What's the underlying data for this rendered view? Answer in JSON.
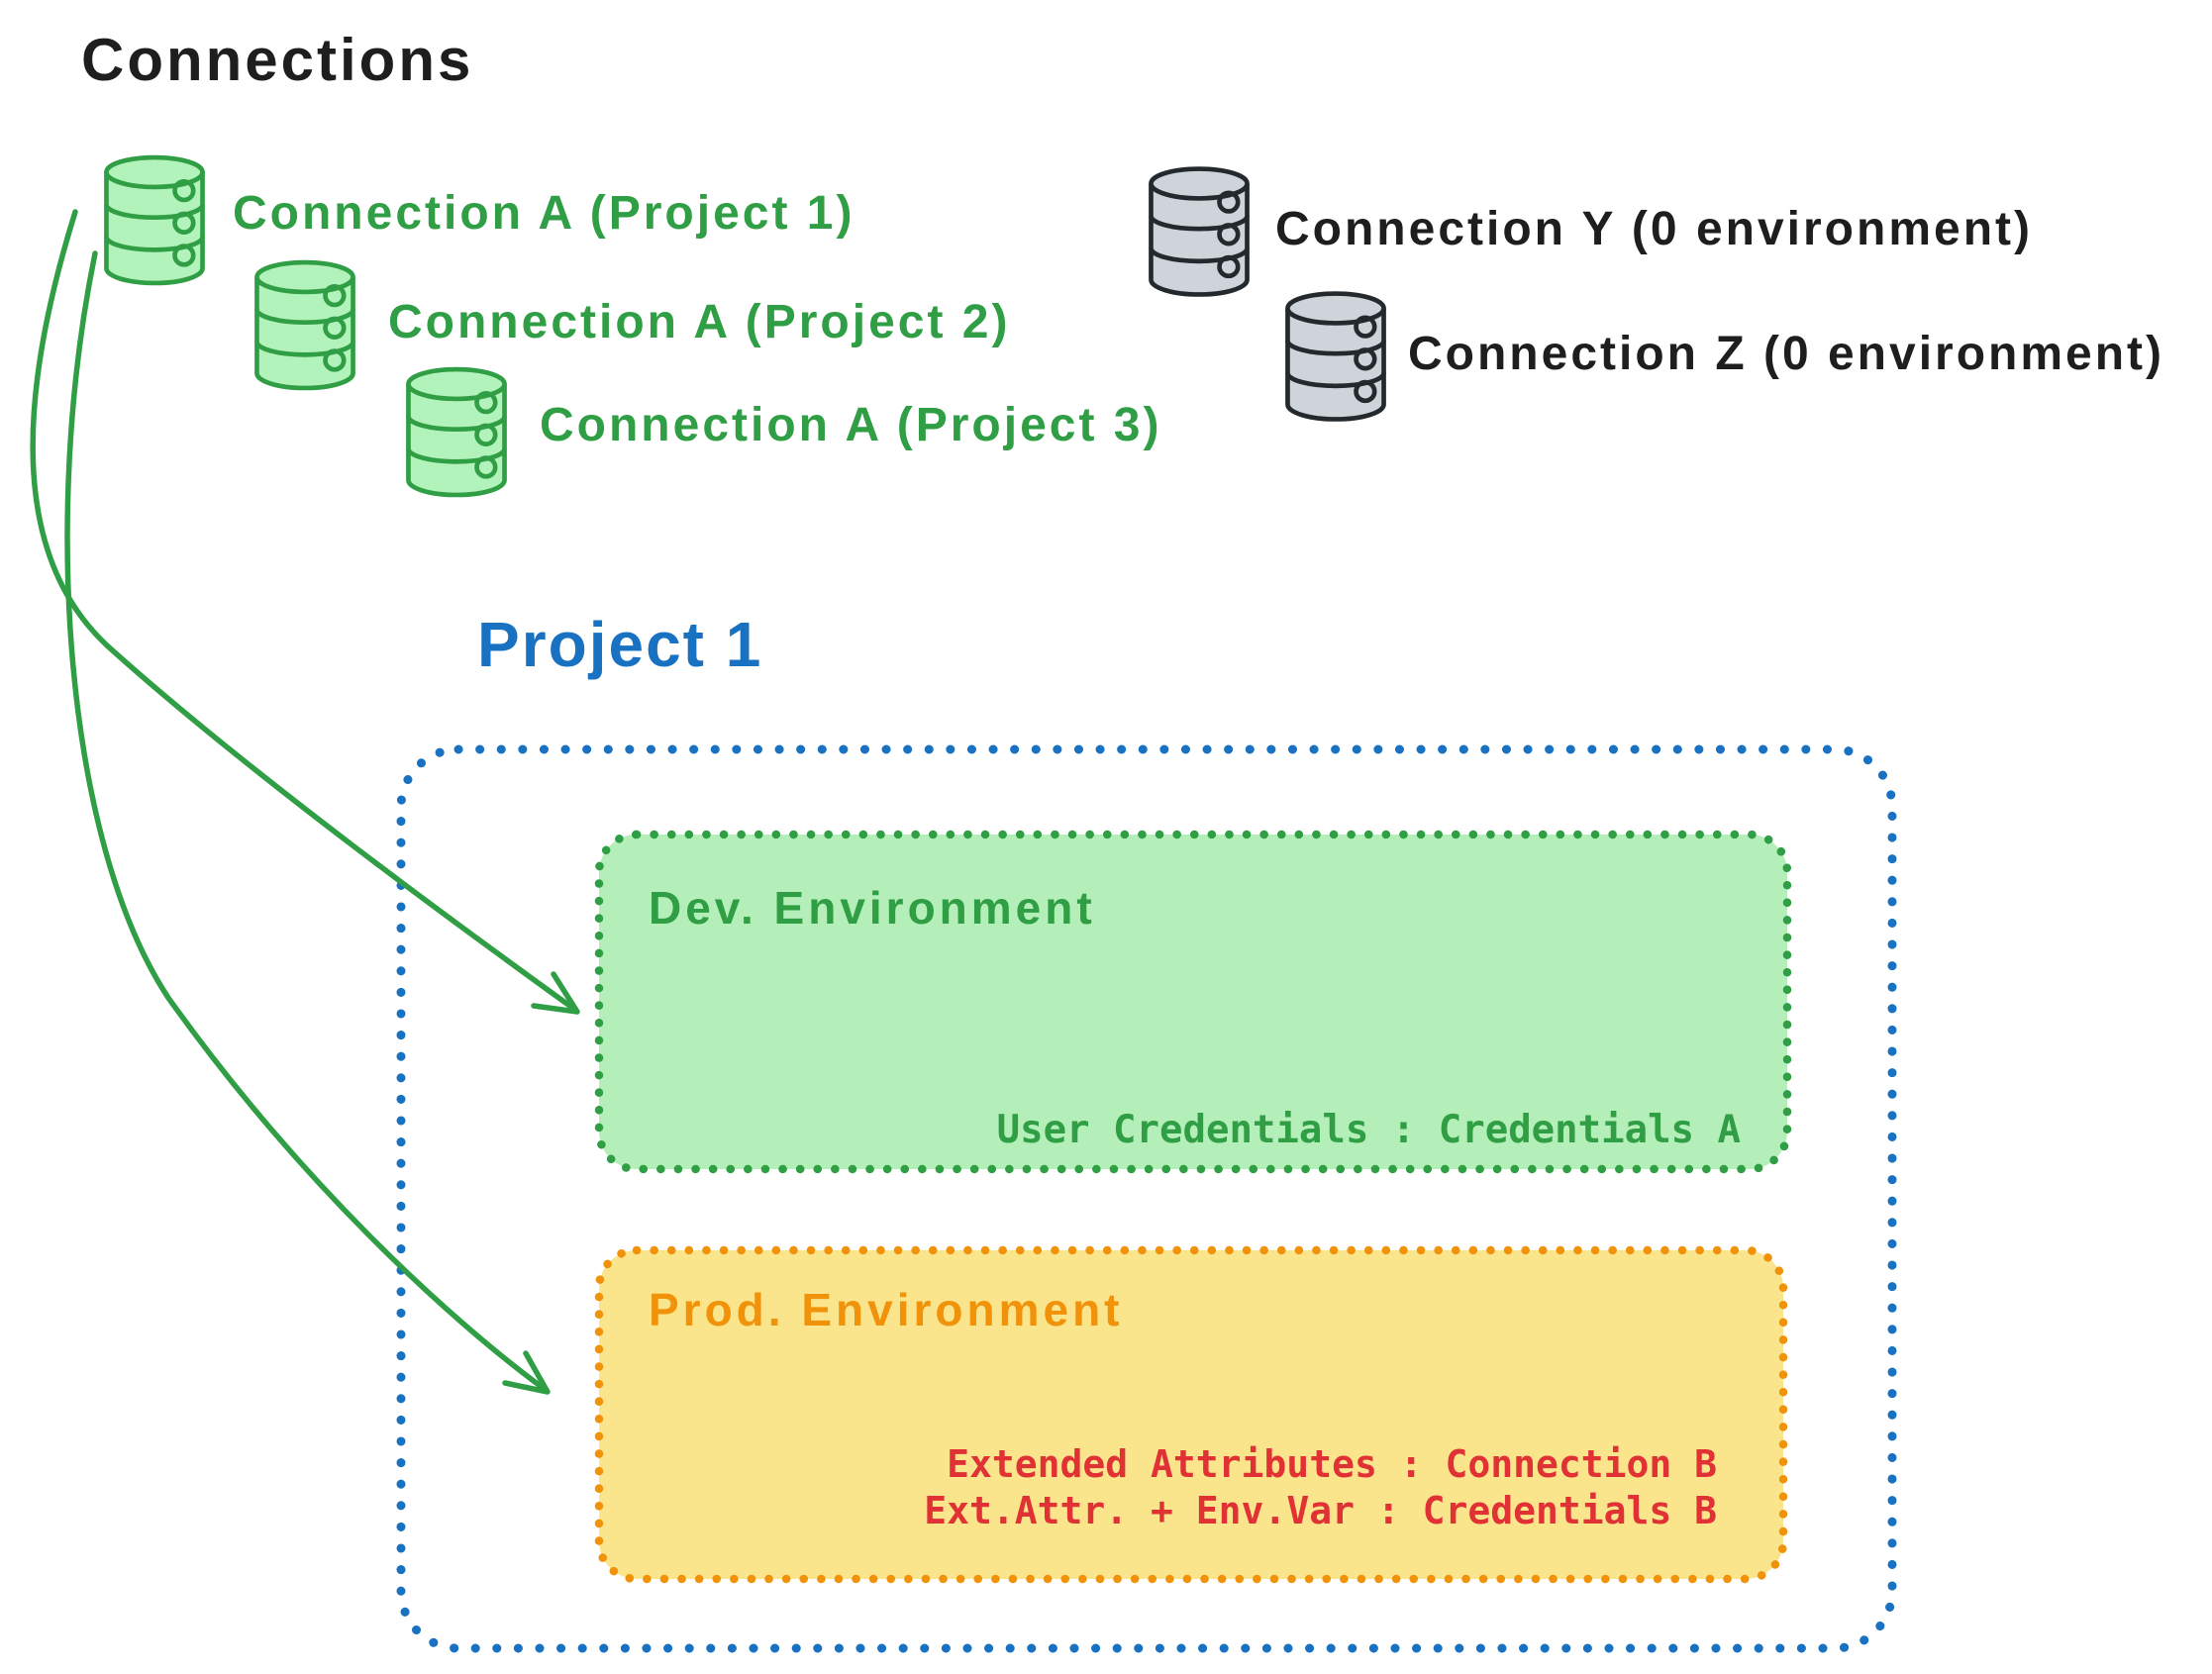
{
  "title": "Connections",
  "connections": {
    "green": [
      {
        "label": "Connection A (Project 1)"
      },
      {
        "label": "Connection A (Project 2)"
      },
      {
        "label": "Connection A (Project 3)"
      }
    ],
    "gray": [
      {
        "label": "Connection Y (0 environment)"
      },
      {
        "label": "Connection Z (0 environment)"
      }
    ]
  },
  "project": {
    "title": "Project 1",
    "environments": [
      {
        "name": "Dev. Environment",
        "lines": "User Credentials : Credentials A"
      },
      {
        "name": "Prod. Environment",
        "lines": "Extended Attributes : Connection B\nExt.Attr. + Env.Var : Credentials B"
      }
    ]
  },
  "colors": {
    "ink": "#1e1e1e",
    "green_stroke": "#2f9e44",
    "green_fill": "#b2f2bb",
    "dev_fill": "#b4eeb8",
    "blue": "#1971c2",
    "orange": "#f0920a",
    "yellow_fill": "#fae58d",
    "red": "#e03135",
    "gray_fill": "#ced4da"
  }
}
